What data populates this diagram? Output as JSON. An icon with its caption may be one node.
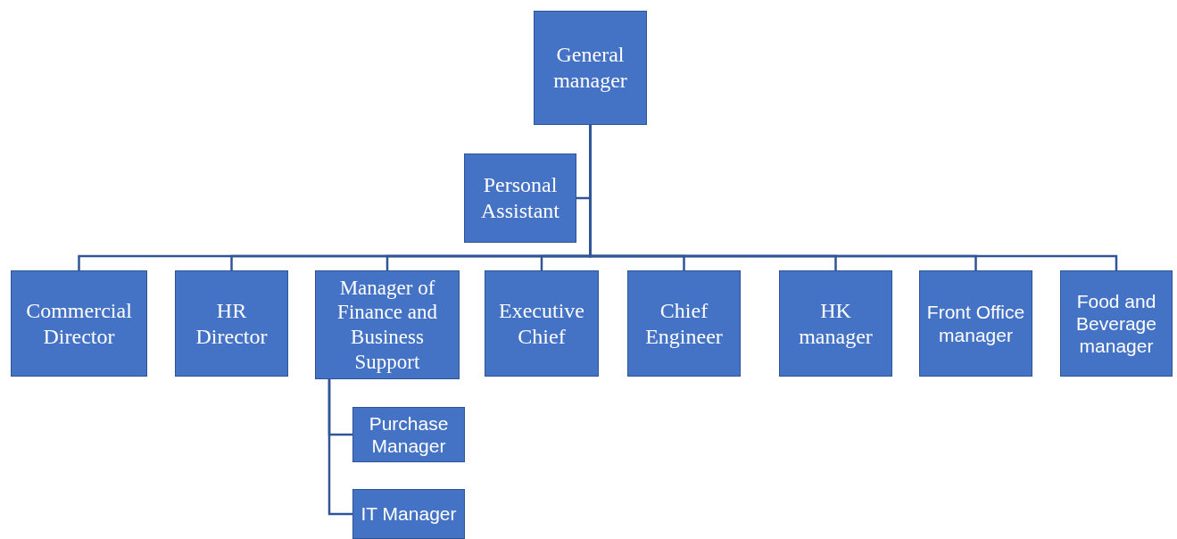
{
  "diagram": {
    "nodes": [
      {
        "text": [
          "General manager"
        ]
      },
      {
        "text": [
          "Personal Assistant"
        ]
      },
      {
        "text": [
          "Commercial Director"
        ]
      },
      {
        "text": [
          "HR Director"
        ]
      },
      {
        "text": [
          "Manager of Finance and Business Support"
        ]
      },
      {
        "text": [
          "Executive Chief"
        ]
      },
      {
        "text": [
          "Chief Engineer"
        ]
      },
      {
        "text": [
          "HK manager"
        ]
      },
      {
        "text": [
          "Front Office manager"
        ]
      },
      {
        "text": [
          "Food and Beverage manager"
        ]
      },
      {
        "text": [
          "Purchase Manager"
        ]
      },
      {
        "text": [
          "IT Manager"
        ]
      }
    ],
    "edges": [
      {
        "from": 0,
        "to": 1,
        "arrow": "none"
      },
      {
        "from": 0,
        "to": 2,
        "arrow": "none"
      },
      {
        "from": 0,
        "to": 3,
        "arrow": "none"
      },
      {
        "from": 0,
        "to": 4,
        "arrow": "none"
      },
      {
        "from": 0,
        "to": 5,
        "arrow": "none"
      },
      {
        "from": 0,
        "to": 6,
        "arrow": "none"
      },
      {
        "from": 0,
        "to": 7,
        "arrow": "none"
      },
      {
        "from": 0,
        "to": 8,
        "arrow": "none"
      },
      {
        "from": 0,
        "to": 9,
        "arrow": "none"
      },
      {
        "from": 4,
        "to": 10,
        "arrow": "none"
      },
      {
        "from": 4,
        "to": 11,
        "arrow": "none"
      }
    ]
  }
}
